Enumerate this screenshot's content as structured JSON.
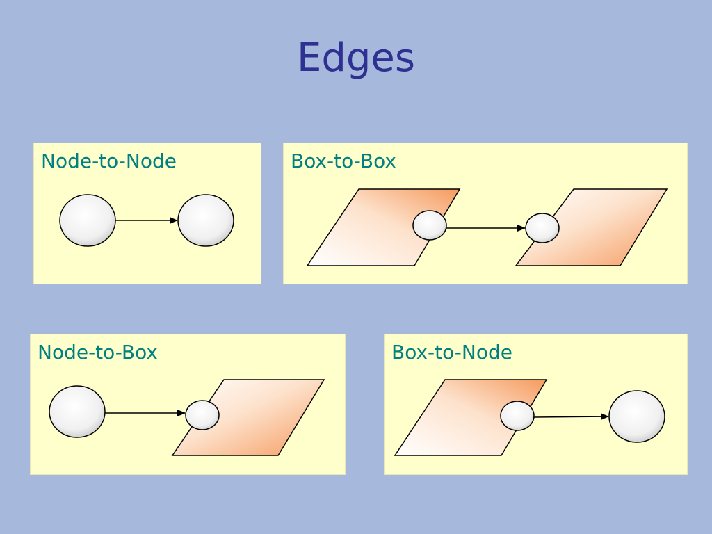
{
  "slide": {
    "title": "Edges",
    "background": "#a6b9dc",
    "title_color": "#2e3191",
    "label_color": "#008080",
    "panel_color": "#ffffcc"
  },
  "panels": [
    {
      "label": "Node-to-Node"
    },
    {
      "label": "Box-to-Box"
    },
    {
      "label": "Node-to-Box"
    },
    {
      "label": "Box-to-Node"
    }
  ]
}
